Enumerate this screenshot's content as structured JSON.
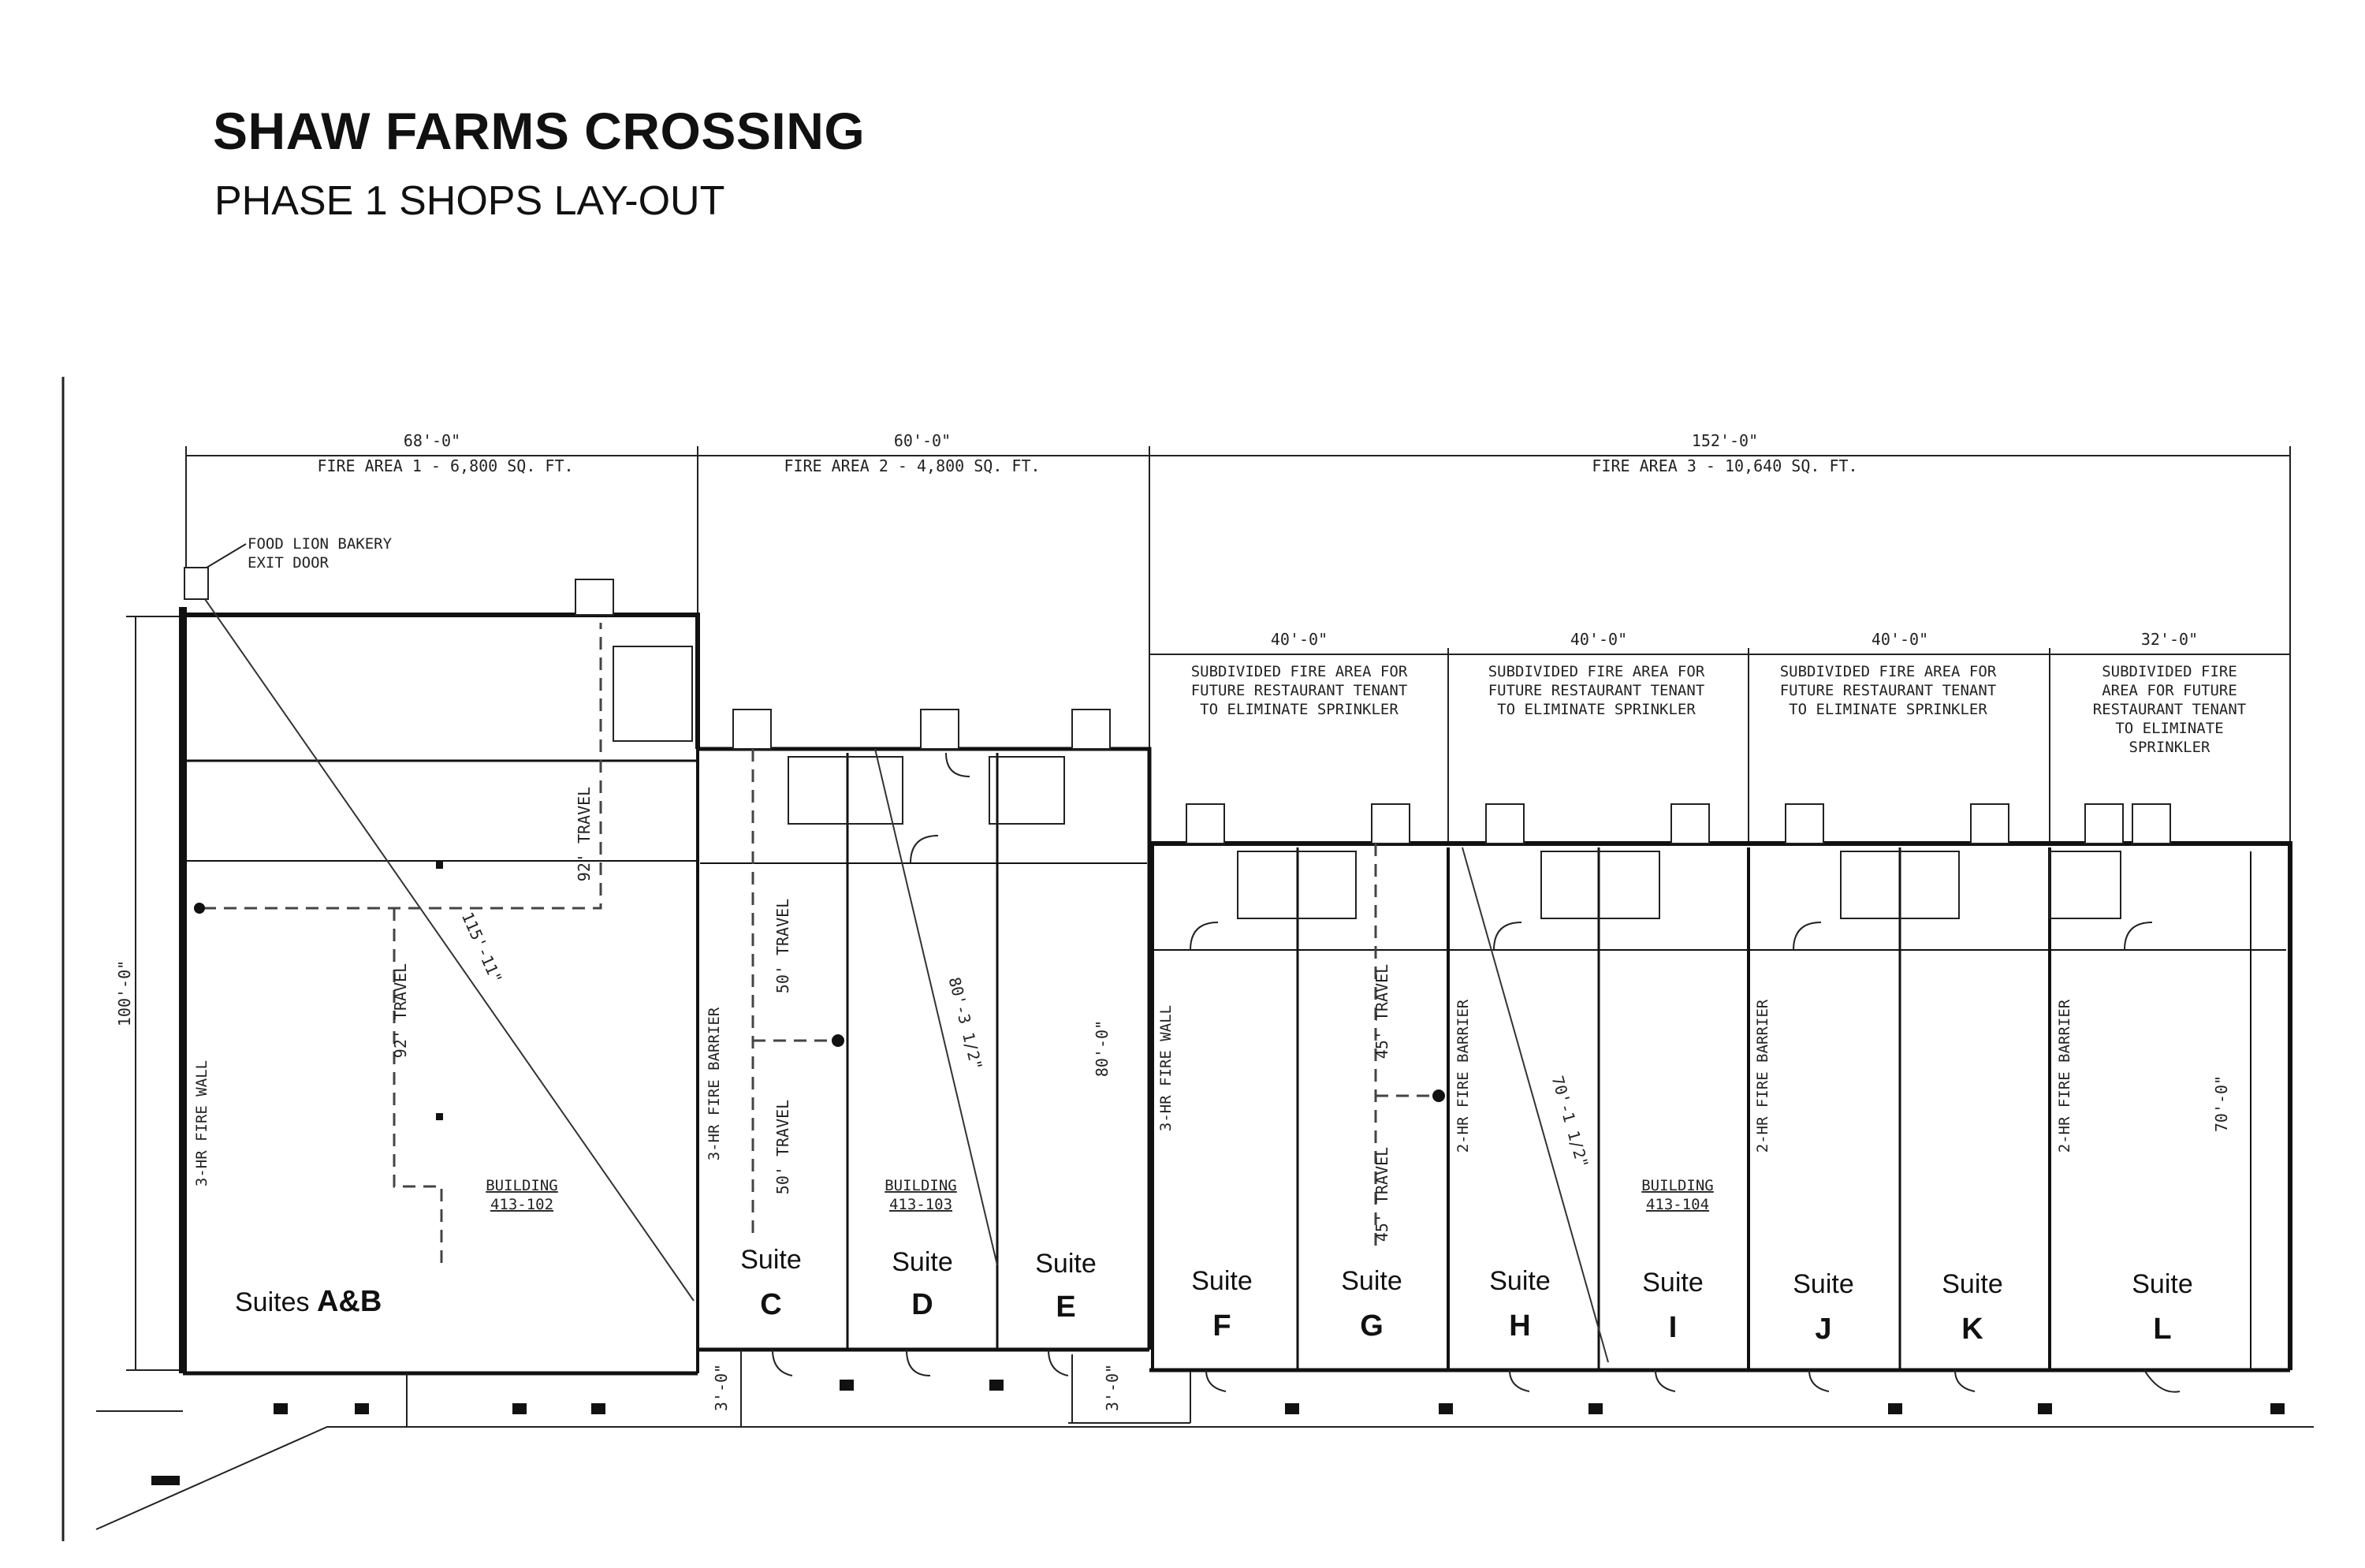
{
  "header": {
    "title": "SHAW FARMS CROSSING",
    "subtitle": "PHASE 1 SHOPS LAY-OUT"
  },
  "dimensions": {
    "area1_width": "68'-0\"",
    "area1_label": "FIRE AREA 1 - 6,800 SQ. FT.",
    "area2_width": "60'-0\"",
    "area2_label": "FIRE AREA 2 - 4,800 SQ. FT.",
    "area3_width": "152'-0\"",
    "area3_label": "FIRE AREA 3 - 10,640 SQ. FT.",
    "sub_widths": [
      "40'-0\"",
      "40'-0\"",
      "40'-0\"",
      "32'-0\""
    ],
    "depth_left": "100'-0\"",
    "depth_mid": "80'-0\"",
    "depth_right": "70'-0\"",
    "bottom_dim_1": "3'-0\"",
    "bottom_dim_2": "3'-0\"",
    "diag_1": "115'-11\"",
    "diag_2": "80'-3 1/2\"",
    "diag_3": "70'-1 1/2\""
  },
  "notes": {
    "subdivided_line1": "SUBDIVIDED FIRE AREA FOR",
    "subdivided_line2": "FUTURE RESTAURANT TENANT",
    "subdivided_line3": "TO ELIMINATE SPRINKLER",
    "subdivided_small": [
      "SUBDIVIDED FIRE",
      "AREA FOR FUTURE",
      "RESTAURANT TENANT",
      "TO ELIMINATE",
      "SPRINKLER"
    ],
    "food_lion_line1": "FOOD LION BAKERY",
    "food_lion_line2": "EXIT DOOR"
  },
  "walls": {
    "fire_wall_3hr": "3-HR FIRE WALL",
    "fire_barrier_3hr": "3-HR FIRE BARRIER",
    "fire_barrier_2hr": "2-HR FIRE BARRIER"
  },
  "travel": {
    "t92a": "92' TRAVEL",
    "t92b": "92' TRAVEL",
    "t50a": "50' TRAVEL",
    "t50b": "50' TRAVEL",
    "t45a": "45' TRAVEL",
    "t45b": "45' TRAVEL"
  },
  "buildings": [
    {
      "line1": "BUILDING",
      "line2": "413-102"
    },
    {
      "line1": "BUILDING",
      "line2": "413-103"
    },
    {
      "line1": "BUILDING",
      "line2": "413-104"
    }
  ],
  "suites": {
    "ab_prefix": "Suites ",
    "ab_letters": "A&B",
    "word": "Suite",
    "letters": [
      "C",
      "D",
      "E",
      "F",
      "G",
      "H",
      "I",
      "J",
      "K",
      "L"
    ]
  },
  "colors": {
    "ink": "#111111",
    "line": "#222222"
  }
}
